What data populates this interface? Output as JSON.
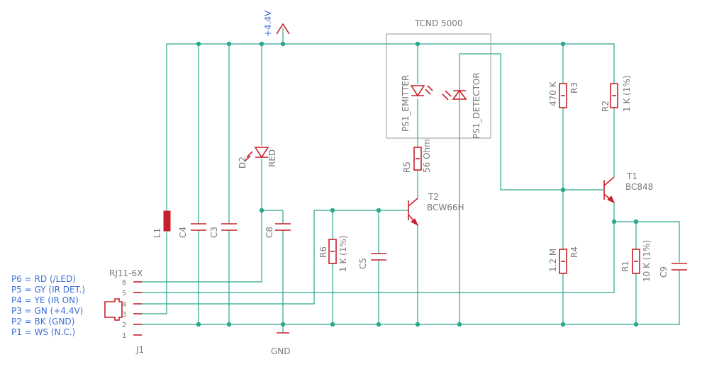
{
  "supply": "+4.4V",
  "ground": "GND",
  "sensor": {
    "module": "TCND 5000",
    "emitter": "PS1_EMITTER",
    "detector": "PS1_DETECTOR"
  },
  "components": {
    "R1": {
      "name": "R1",
      "value": "10 K (1%)"
    },
    "R2": {
      "name": "R2",
      "value": "1 K (1%)"
    },
    "R3": {
      "name": "R3",
      "value": "470 K"
    },
    "R4": {
      "name": "R4",
      "value": "1.2 M"
    },
    "R5": {
      "name": "R5",
      "value": "56 Ohm"
    },
    "R6": {
      "name": "R6",
      "value": "1 K (1%)"
    },
    "T1": {
      "name": "T1",
      "value": "BC848"
    },
    "T2": {
      "name": "T2",
      "value": "BCW66H"
    },
    "D2": {
      "name": "D2",
      "value": "RED"
    },
    "L1": "L1",
    "C3": "C3",
    "C4": "C4",
    "C5": "C5",
    "C8": "C8",
    "C9": "C9"
  },
  "connector": {
    "name": "J1",
    "type": "RJ11-6X",
    "pins": [
      "6",
      "5",
      "4",
      "3",
      "2",
      "1"
    ]
  },
  "pin_labels": [
    "P6 = RD (/LED)",
    "P5 = GY (IR DET.)",
    "P4 = YE (IR ON)",
    "P3 = GN (+4.4V)",
    "P2 = BK (GND)",
    "P1 = WS  (N.C.)"
  ]
}
